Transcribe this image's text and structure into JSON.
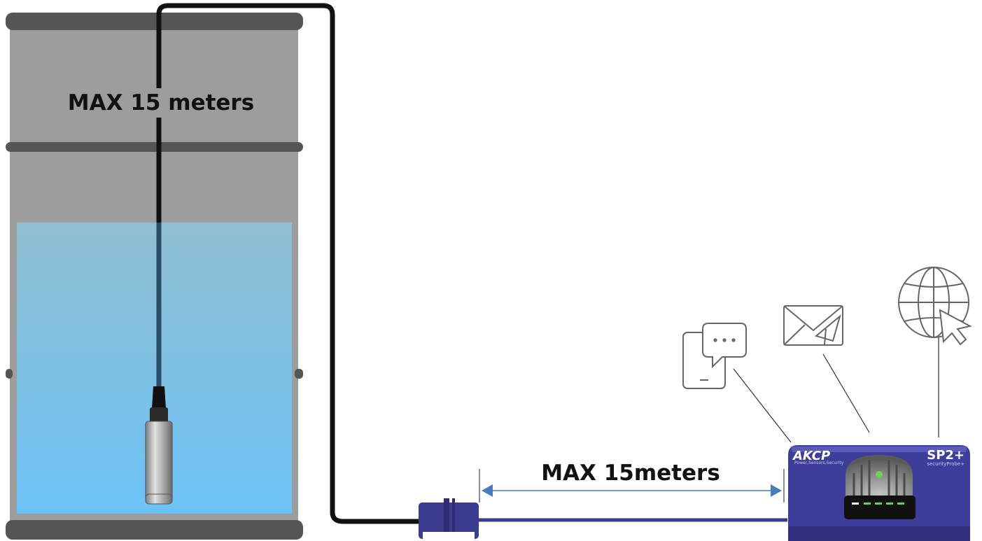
{
  "tank_label": "MAX 15 meters",
  "cable_label": "MAX 15meters",
  "device": {
    "brand": "AKCP",
    "brand_tagline": "Power,Sensors,Security",
    "model": "SP2+",
    "model_sub": "securityProbe+"
  },
  "icons": [
    "phone-sms-icon",
    "email-icon",
    "web-globe-icon"
  ],
  "colors": {
    "tank_gray": "#9d9d9d",
    "tank_band": "#555555",
    "water_top": "#8fbfd0",
    "water_bottom": "#6cc2f7",
    "cable_black": "#111111",
    "cable_blue": "#3b3b8f",
    "device_body": "#3d3d9a",
    "arrow_blue": "#4a7bc0",
    "icon_gray": "#666666"
  }
}
